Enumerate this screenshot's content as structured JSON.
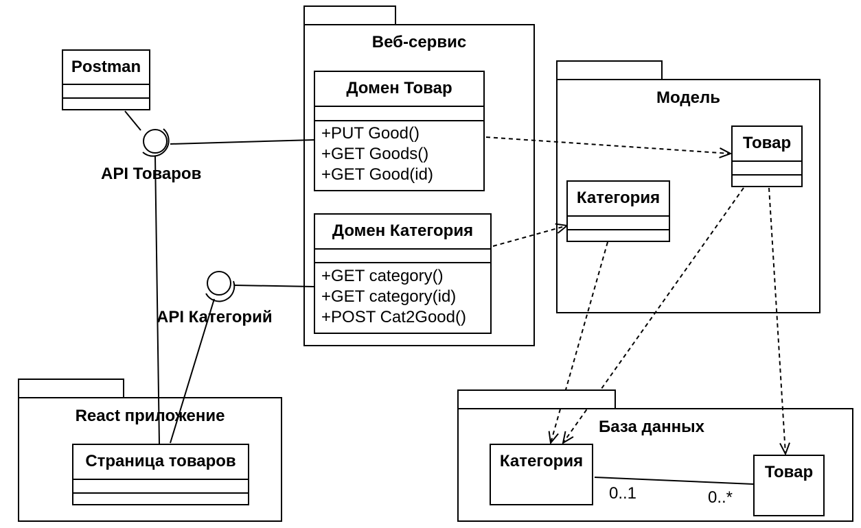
{
  "packages": {
    "web_service": {
      "title": "Веб-сервис"
    },
    "model": {
      "title": "Модель"
    },
    "react_app": {
      "title": "React приложение"
    },
    "database": {
      "title": "База данных"
    }
  },
  "classes": {
    "postman": {
      "name": "Postman"
    },
    "domain_good": {
      "name": "Домен Товар",
      "operations": [
        "+PUT Good()",
        "+GET Goods()",
        "+GET Good(id)"
      ]
    },
    "domain_category": {
      "name": "Домен Категория",
      "operations": [
        "+GET category()",
        "+GET category(id)",
        "+POST Cat2Good()"
      ]
    },
    "model_good": {
      "name": "Товар"
    },
    "model_category": {
      "name": "Категория"
    },
    "goods_page": {
      "name": "Страница товаров"
    },
    "db_category": {
      "name": "Категория"
    },
    "db_good": {
      "name": "Товар"
    }
  },
  "interfaces": {
    "goods_api": {
      "label": "API Товаров"
    },
    "category_api": {
      "label": "API Категорий"
    }
  },
  "association": {
    "category_multiplicity": "0..1",
    "good_multiplicity": "0..*"
  }
}
